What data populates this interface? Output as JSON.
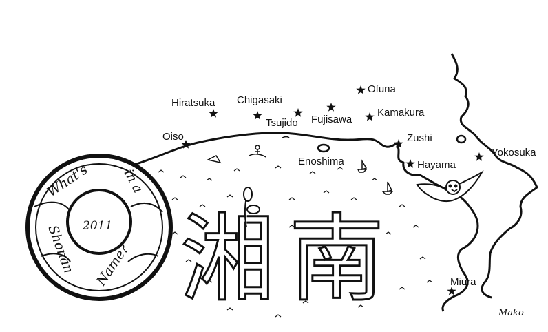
{
  "places": [
    {
      "id": "oiso",
      "name": "Oiso"
    },
    {
      "id": "hiratsuka",
      "name": "Hiratsuka"
    },
    {
      "id": "chigasaki",
      "name": "Chigasaki"
    },
    {
      "id": "tsujido",
      "name": "Tsujido"
    },
    {
      "id": "fujisawa",
      "name": "Fujisawa"
    },
    {
      "id": "ofuna",
      "name": "Ofuna"
    },
    {
      "id": "kamakura",
      "name": "Kamakura"
    },
    {
      "id": "zushi",
      "name": "Zushi"
    },
    {
      "id": "enoshima",
      "name": "Enoshima"
    },
    {
      "id": "hayama",
      "name": "Hayama"
    },
    {
      "id": "yokosuka",
      "name": "Yokosuka"
    },
    {
      "id": "miura",
      "name": "Miura"
    }
  ],
  "badge": {
    "year": "2011",
    "ring_words": [
      "What's",
      "in a",
      "Shonan",
      "Name?"
    ]
  },
  "title_kanji": [
    "湘",
    "南"
  ],
  "signature": "Mako",
  "colors": {
    "ink": "#111111",
    "paper": "#ffffff"
  }
}
